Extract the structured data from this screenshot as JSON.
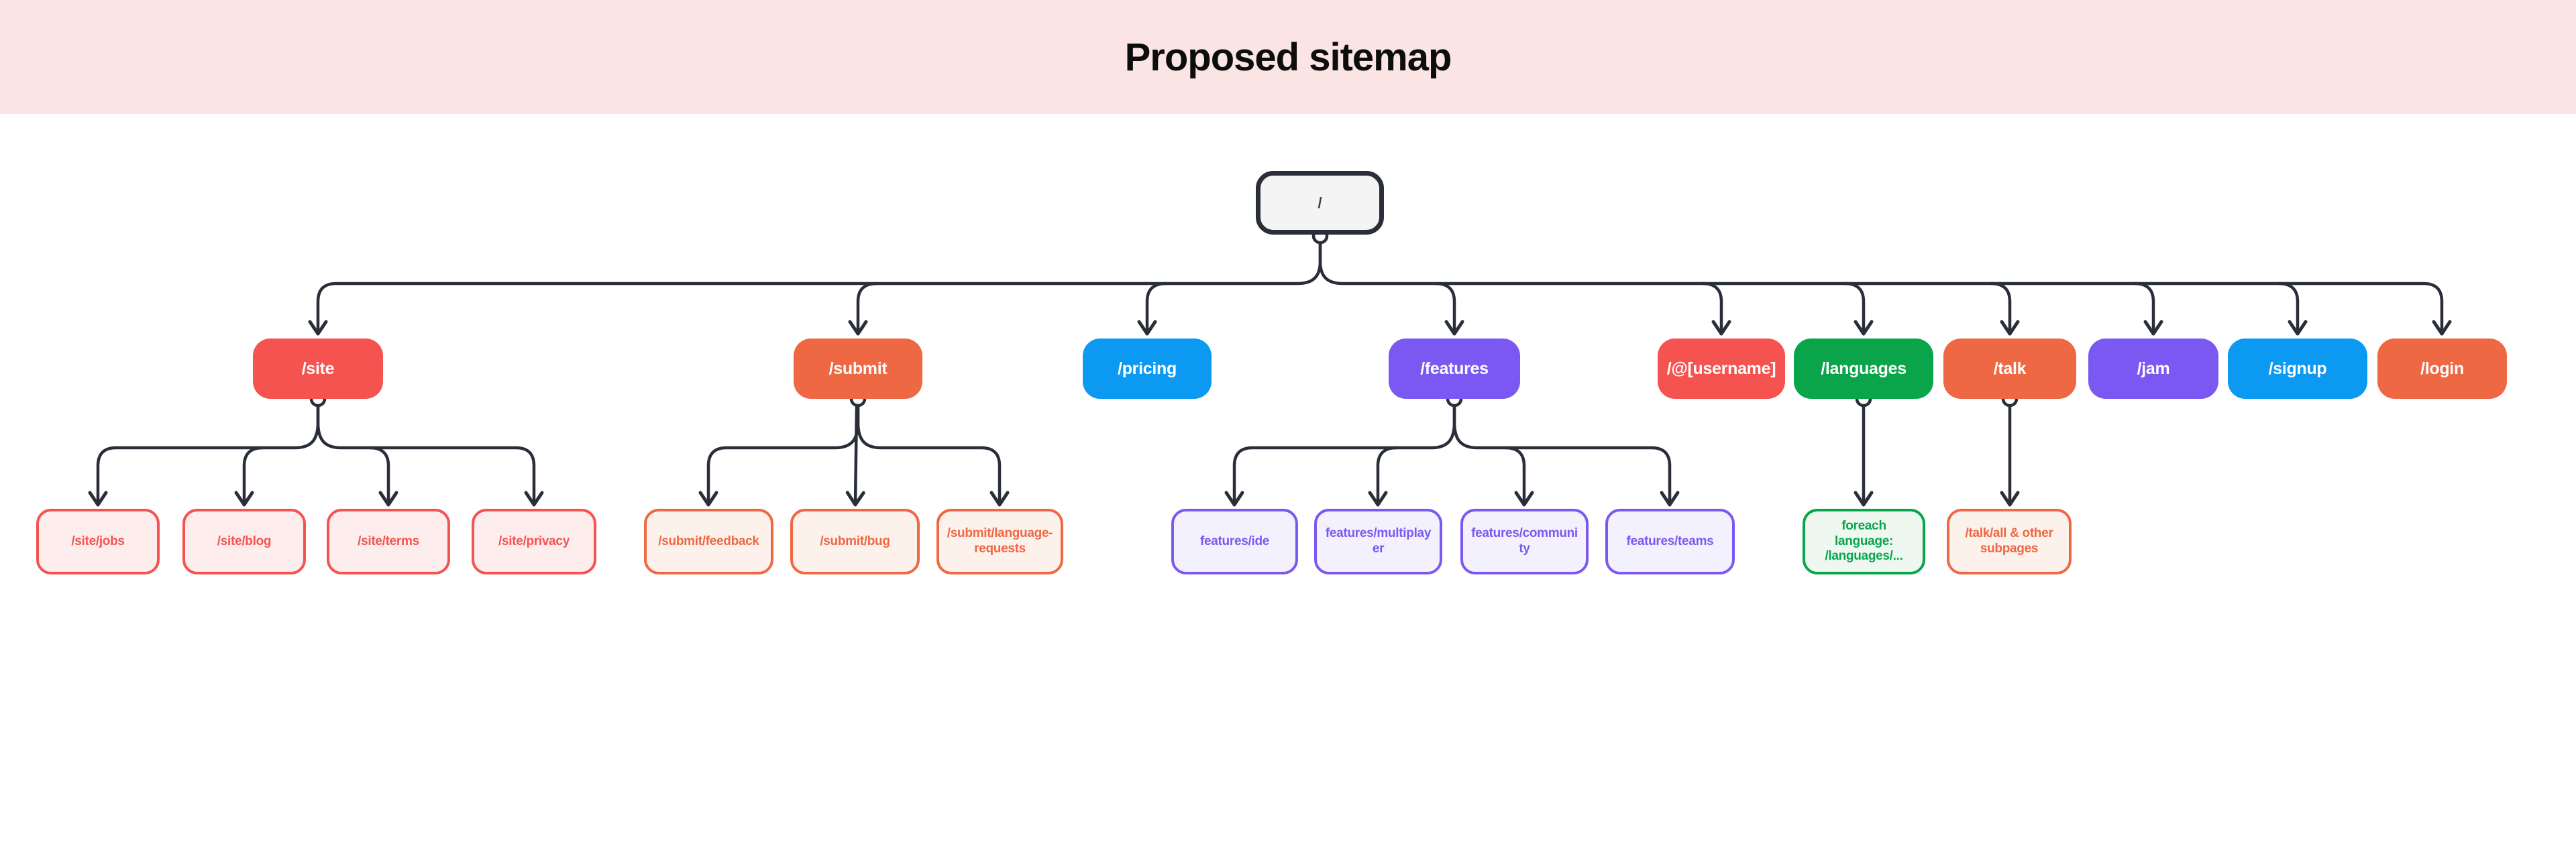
{
  "title": "Proposed sitemap",
  "palette": {
    "header_bg": "#fbe4e4",
    "title_color": "#0d0d0d",
    "connector_dark": "#2a2e39",
    "root_fill": "#f4f4f5",
    "red": "#f4534f",
    "orange": "#ee6843",
    "blue": "#0b99f2",
    "purple": "#7b58f1",
    "green": "#0aa44b",
    "red_light": "#fdeded",
    "orange_light": "#fdf1ec",
    "purple_light": "#f3f1fe",
    "green_light": "#eef8f1"
  },
  "tree": {
    "root": {
      "label": "/"
    },
    "level2": [
      {
        "label": "/site",
        "color": "#f4534f"
      },
      {
        "label": "/submit",
        "color": "#ee6843"
      },
      {
        "label": "/pricing",
        "color": "#0b99f2"
      },
      {
        "label": "/features",
        "color": "#7b58f1"
      },
      {
        "label": "/@[username]",
        "color": "#f4534f"
      },
      {
        "label": "/languages",
        "color": "#0aa44b"
      },
      {
        "label": "/talk",
        "color": "#ee6843"
      },
      {
        "label": "/jam",
        "color": "#7b58f1"
      },
      {
        "label": "/signup",
        "color": "#0b99f2"
      },
      {
        "label": "/login",
        "color": "#ee6843"
      }
    ],
    "level3": {
      "site": [
        {
          "label": "/site/jobs"
        },
        {
          "label": "/site/blog"
        },
        {
          "label": "/site/terms"
        },
        {
          "label": "/site/privacy"
        }
      ],
      "submit": [
        {
          "label": "/submit/feedback"
        },
        {
          "label": "/submit/bug"
        },
        {
          "label": "/submit/language-requests"
        }
      ],
      "features": [
        {
          "label": "features/ide"
        },
        {
          "label": "features/multiplayer"
        },
        {
          "label": "features/community"
        },
        {
          "label": "features/teams"
        }
      ],
      "languages": [
        {
          "label": "foreach language: /languages/..."
        }
      ],
      "talk": [
        {
          "label": "/talk/all & other subpages"
        }
      ]
    }
  }
}
